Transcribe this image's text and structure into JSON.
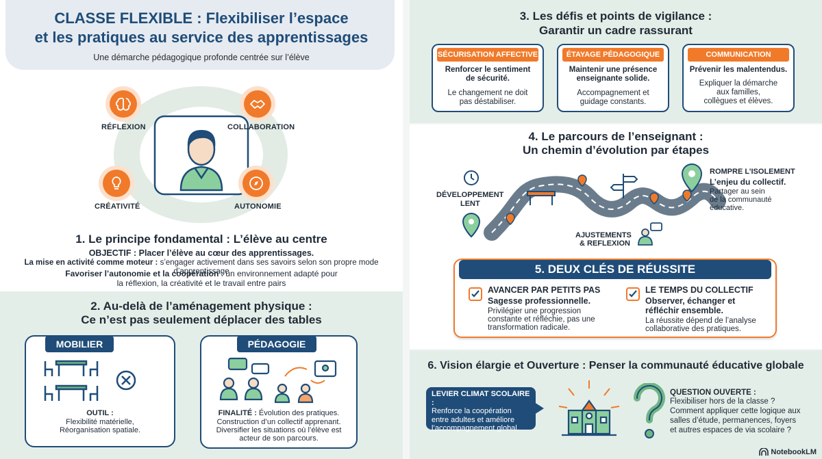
{
  "header": {
    "title_line1": "CLASSE FLEXIBLE : Flexibiliser l’espace",
    "title_line2": "et les pratiques au service des apprentissages",
    "subtitle": "Une démarche pédagogique profonde centrée sur l’élève"
  },
  "center_diagram": {
    "reflexion": "RÉFLEXION",
    "collaboration": "COLLABORATION",
    "creativite": "CRÉATIVITÉ",
    "autonomie": "AUTONOMIE"
  },
  "section1": {
    "title": "1. Le principe fondamental : L’élève au centre",
    "objectif_label": "OBJECTIF : Placer l’élève au cœur des apprentissages.",
    "mise_label": "La mise en activité comme moteur :",
    "mise_text": " s’engager activement dans ses savoirs selon son propre mode d’apprentissage",
    "favoriser_label": "Favoriser l’autonomie et la coopération",
    "favoriser_text": " : un environnement adapté pour",
    "favoriser_text2": "la réflexion, la créativité et le travail entre pairs"
  },
  "section2": {
    "title_line1": "2. Au-delà de l’aménagement physique :",
    "title_line2": "Ce n’est pas seulement déplacer des tables",
    "mobilier": {
      "tag": "MOBILIER",
      "label": "OUTIL :",
      "line1": "Flexibilité matérielle,",
      "line2": "Réorganisation spatiale."
    },
    "pedagogie": {
      "tag": "PÉDAGOGIE",
      "label": "FINALITÉ :",
      "line1": " Évolution des pratiques.",
      "line2": "Construction d’un collectif apprenant.",
      "line3": "Diversifier les situations où l’élève est",
      "line4": "acteur de son parcours."
    }
  },
  "section3": {
    "title_line1": "3. Les défis et points de vigilance :",
    "title_line2": "Garantir un cadre rassurant",
    "cards": [
      {
        "tag": "SÉCURISATION AFFECTIVE",
        "bold1": "Renforcer le sentiment",
        "bold2": "de sécurité.",
        "n1": "Le changement ne doit",
        "n2": "pas déstabiliser."
      },
      {
        "tag": "ÉTAYAGE PÉDAGOGIQUE",
        "bold1": "Maintenir une présence",
        "bold2": "enseignante solide.",
        "n1": "Accompagnement et",
        "n2": "guidage constants."
      },
      {
        "tag": "COMMUNICATION",
        "bold1": "Prévenir les malentendus.",
        "bold2": "",
        "n1": "Expliquer la démarche",
        "n2": "aux familles,",
        "n3": "collègues et élèves."
      }
    ]
  },
  "section4": {
    "title_line1": "4. Le parcours de l’enseignant :",
    "title_line2": "Un chemin d’évolution par étapes",
    "dev_line1": "DÉVELOPPEMENT",
    "dev_line2": "LENT",
    "ajust_line1": "AJUSTEMENTS",
    "ajust_line2": "& REFLEXION",
    "rompre": "ROMPRE L’ISOLEMENT",
    "enjeu": "L’enjeu du collectif.",
    "partager1": "Partager au sein",
    "partager2": "de la communauté",
    "partager3": "éducative."
  },
  "section5": {
    "title": "5. DEUX CLÉS DE RÉUSSITE",
    "key1": {
      "title": "AVANCER PAR PETITS PAS",
      "bold": "Sagesse professionnelle.",
      "l1": "Privilégier une progression",
      "l2": "constante et réfléchie, pas une",
      "l3": "transformation radicale."
    },
    "key2": {
      "title": "LE TEMPS DU COLLECTIF",
      "bold1": "Observer, échanger et",
      "bold2": "réfléchir ensemble.",
      "l1": "La réussite dépend de l’analyse",
      "l2": "collaborative des pratiques."
    }
  },
  "section6": {
    "title": "6. Vision élargie et Ouverture : Penser la communauté éducative globale",
    "lever_title": "LEVIER CLIMAT SCOLAIRE :",
    "lever_l1": "Renforce la coopération",
    "lever_l2": "entre adultes et améliore",
    "lever_l3": "l’accompagnement global.",
    "q_title": "QUESTION OUVERTE :",
    "q_l1": "Flexibiliser hors de la classe ?",
    "q_l2": "Comment appliquer cette logique aux",
    "q_l3": "salles d’étude, permanences, foyers",
    "q_l4": "et autres espaces de via scolaire ?"
  },
  "footer": {
    "brand": "NotebookLM"
  },
  "colors": {
    "navy": "#1f4c78",
    "orange": "#f07a2a",
    "green_bg": "#e4eee8"
  }
}
